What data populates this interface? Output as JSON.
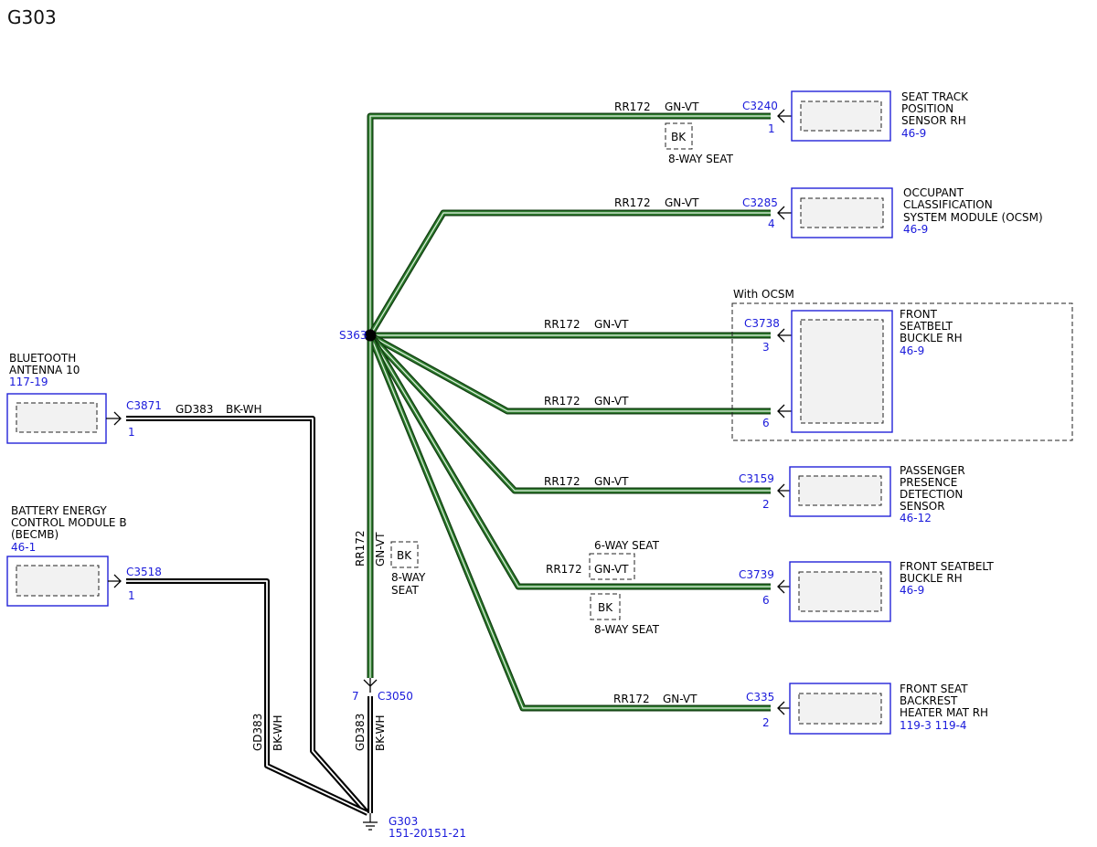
{
  "title": "G303",
  "wire_labels": {
    "green_circuit": "RR172",
    "green_color": "GN-VT",
    "black_circuit": "GD383",
    "black_color": "BK-WH"
  },
  "splice": {
    "id": "S363"
  },
  "ground": {
    "id": "G303",
    "ref": "151-20151-21"
  },
  "inline_connector": {
    "id": "C3050",
    "pin": "7"
  },
  "option_labels": {
    "bk": "BK",
    "eight_way_seat": "8-WAY SEAT",
    "eight_way": "8-WAY",
    "seat": "SEAT",
    "six_way_seat": "6-WAY SEAT",
    "with_ocsm": "With OCSM"
  },
  "components": {
    "seat_track": {
      "line1": "SEAT TRACK",
      "line2": "POSITION",
      "line3": "SENSOR RH",
      "ref": "46-9",
      "connector": "C3240",
      "pin": "1"
    },
    "ocsm": {
      "line1": "OCCUPANT",
      "line2": "CLASSIFICATION",
      "line3": "SYSTEM MODULE (OCSM)",
      "ref": "46-9",
      "connector": "C3285",
      "pin": "4"
    },
    "seatbelt_buckle_ocsm": {
      "line1": "FRONT",
      "line2": "SEATBELT",
      "line3": "BUCKLE RH",
      "ref": "46-9",
      "connector": "C3738",
      "pin_a": "3",
      "pin_b": "6"
    },
    "presence_sensor": {
      "line1": "PASSENGER",
      "line2": "PRESENCE",
      "line3": "DETECTION",
      "line4": "SENSOR",
      "ref": "46-12",
      "connector": "C3159",
      "pin": "2"
    },
    "seatbelt_buckle": {
      "line1": "FRONT SEATBELT",
      "line2": "BUCKLE RH",
      "ref": "46-9",
      "connector": "C3739",
      "pin": "6"
    },
    "heater_mat": {
      "line1": "FRONT SEAT",
      "line2": "BACKREST",
      "line3": "HEATER MAT RH",
      "ref": "119-3 119-4",
      "connector": "C335",
      "pin": "2"
    },
    "bluetooth": {
      "line1": "BLUETOOTH",
      "line2": "ANTENNA 10",
      "ref": "117-19",
      "connector": "C3871",
      "pin": "1"
    },
    "becmb": {
      "line1": "BATTERY ENERGY",
      "line2": "CONTROL MODULE B",
      "line3": "(BECMB)",
      "ref": "46-1",
      "connector": "C3518",
      "pin": "1"
    }
  },
  "colors": {
    "wire_green_dark": "#0e3a0e",
    "wire_green": "#2f7d2f",
    "wire_black": "#000000",
    "component_outline": "#2323d8",
    "reference_text": "#1a1adb"
  }
}
